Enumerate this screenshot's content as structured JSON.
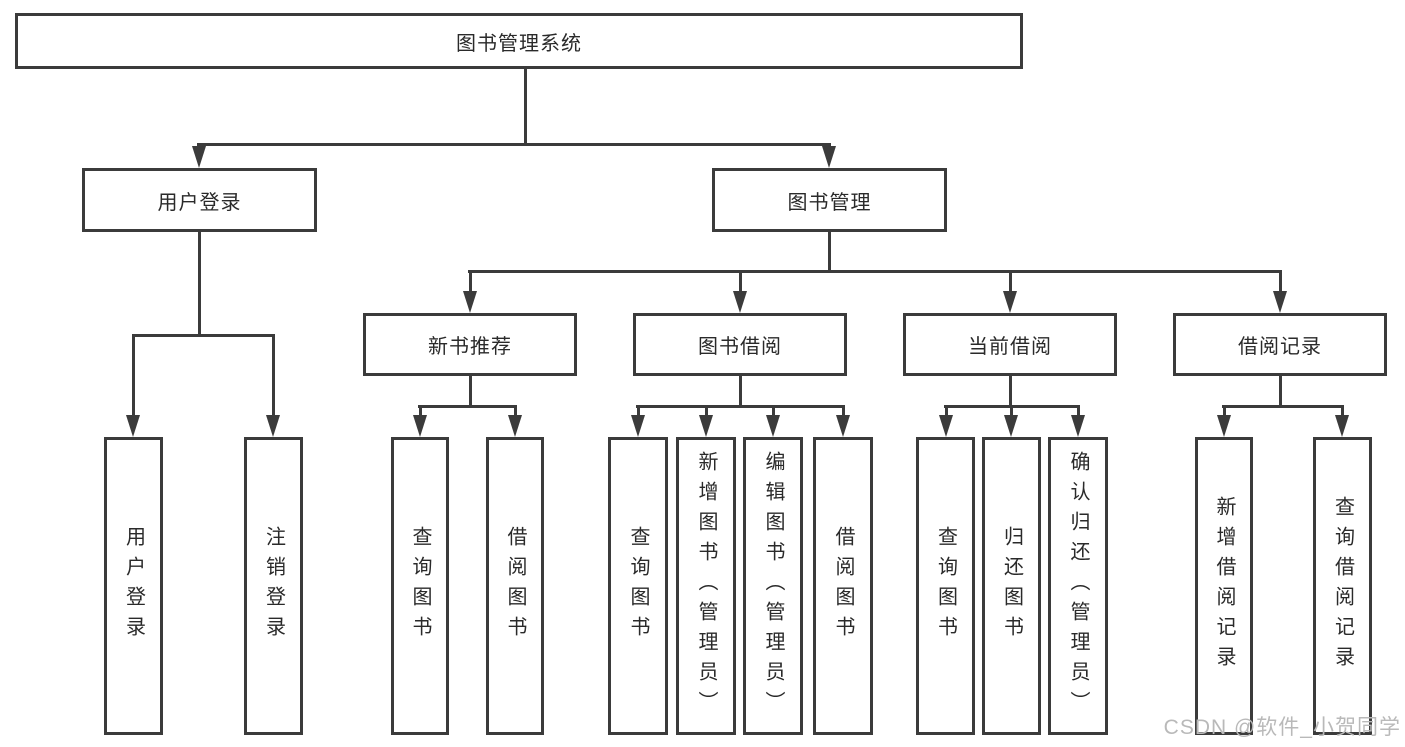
{
  "tree": {
    "label": "图书管理系统",
    "children": [
      {
        "label": "用户登录",
        "children": [
          {
            "label": "用户登录"
          },
          {
            "label": "注销登录"
          }
        ]
      },
      {
        "label": "图书管理",
        "children": [
          {
            "label": "新书推荐",
            "children": [
              {
                "label": "查询图书"
              },
              {
                "label": "借阅图书"
              }
            ]
          },
          {
            "label": "图书借阅",
            "children": [
              {
                "label": "查询图书"
              },
              {
                "label": "新增图书（管理员）"
              },
              {
                "label": "编辑图书（管理员）"
              },
              {
                "label": "借阅图书"
              }
            ]
          },
          {
            "label": "当前借阅",
            "children": [
              {
                "label": "查询图书"
              },
              {
                "label": "归还图书"
              },
              {
                "label": "确认归还（管理员）"
              }
            ]
          },
          {
            "label": "借阅记录",
            "children": [
              {
                "label": "新增借阅记录"
              },
              {
                "label": "查询借阅记录"
              }
            ]
          }
        ]
      }
    ]
  },
  "watermark": {
    "text": "CSDN @软件_小贺同学"
  },
  "colors": {
    "stroke": "#3b3b3b",
    "text": "#2a2a2a",
    "watermark": "#b9b9b9",
    "background": "#ffffff"
  }
}
